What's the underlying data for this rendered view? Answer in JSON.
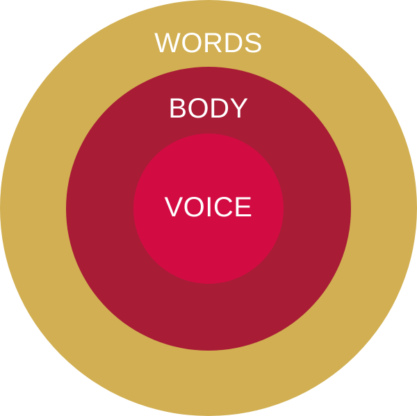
{
  "diagram": {
    "outer": {
      "label": "WORDS",
      "color": "#D1AF52"
    },
    "middle": {
      "label": "BODY",
      "color": "#A81C36"
    },
    "inner": {
      "label": "VOICE",
      "color": "#D20C43"
    },
    "label_color": "#FFFFFF"
  }
}
